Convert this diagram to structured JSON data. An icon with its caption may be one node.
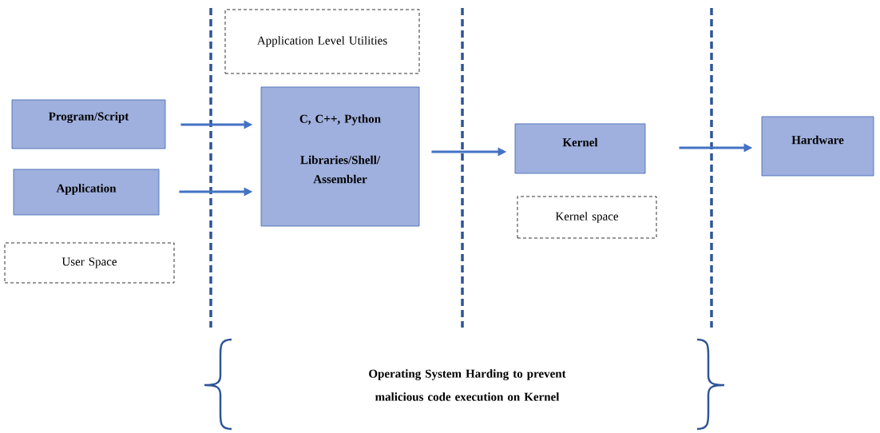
{
  "diagram": {
    "nodes": [
      {
        "text": [
          "Program/Script"
        ]
      },
      {
        "text": [
          "Application"
        ]
      },
      {
        "text": [
          "User Space"
        ]
      },
      {
        "text": [
          "Application Level Utilities"
        ]
      },
      {
        "text": [
          "C, C++, Python",
          "Libraries/Shell/ Assembler"
        ]
      },
      {
        "text": [
          "Kernel"
        ]
      },
      {
        "text": [
          "Kernel space"
        ]
      },
      {
        "text": [
          "Hardware"
        ]
      }
    ],
    "edges": [
      {
        "from": 0,
        "to": 4,
        "arrow": "to"
      },
      {
        "from": 1,
        "to": 4,
        "arrow": "to"
      },
      {
        "from": 4,
        "to": 5,
        "arrow": "to"
      },
      {
        "from": 5,
        "to": 7,
        "arrow": "to"
      }
    ],
    "labels": [
      "Operating System Harding to prevent malicious code execution on Kernel"
    ]
  }
}
